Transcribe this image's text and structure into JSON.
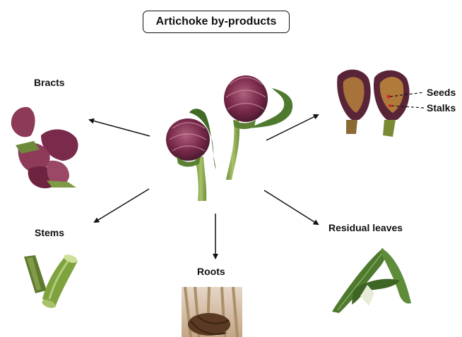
{
  "title": "Artichoke by-products",
  "labels": {
    "bracts": "Bracts",
    "stems": "Stems",
    "roots": "Roots",
    "residual_leaves": "Residual leaves",
    "seeds": "Seeds",
    "stalks": "Stalks"
  },
  "colors": {
    "artichoke_purple": "#7a2a4a",
    "leaf_green": "#4d7a2e",
    "stem_green": "#8aa84a",
    "root_brown": "#5a3a22",
    "arrow": "#111111"
  }
}
